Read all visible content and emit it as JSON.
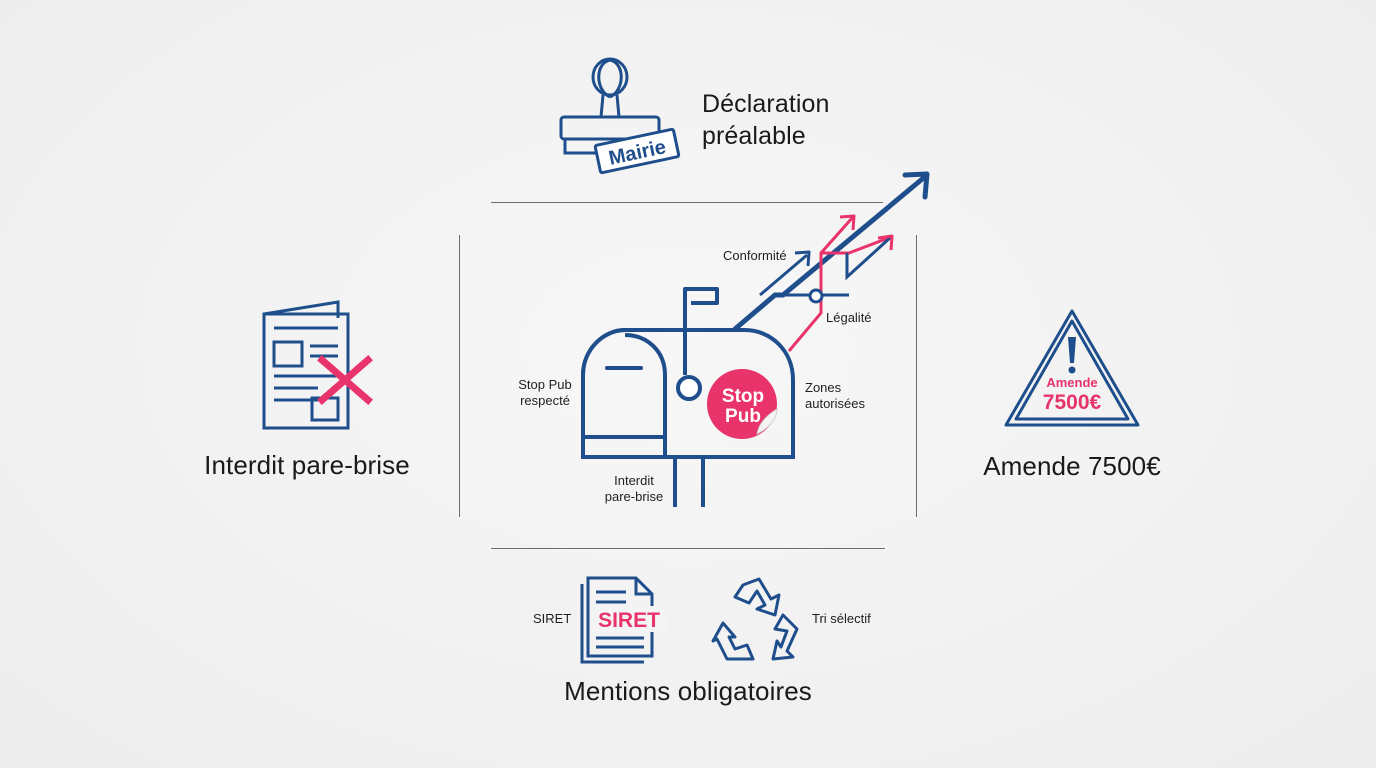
{
  "colors": {
    "navy": "#1f4e8c",
    "pink": "#e8336b",
    "divider": "#6d6d6d",
    "text": "#1a1a1a"
  },
  "top": {
    "title_line1": "Déclaration",
    "title_line2": "préalable",
    "icon": "rubber-stamp-icon",
    "stamp_text": "Mairie"
  },
  "left": {
    "label": "Interdit pare-brise",
    "icon": "document-cross-icon"
  },
  "right": {
    "label": "Amende 7500€",
    "icon": "warning-triangle-icon",
    "badge_line1": "Amende",
    "badge_line2": "7500€"
  },
  "bottom": {
    "label": "Mentions obligatoires",
    "siret_caption": "SIRET",
    "siret_doc_text": "SIRET",
    "siret_icon": "document-siret-icon",
    "recycle_caption": "Tri sélectif",
    "recycle_icon": "recycle-icon"
  },
  "center": {
    "icon": "mailbox-icon",
    "sticker_line1": "Stop",
    "sticker_line2": "Pub",
    "label_conformite": "Conformité",
    "label_legalite": "Légalité",
    "label_stoppub_line1": "Stop Pub",
    "label_stoppub_line2": "respecté",
    "label_zones_line1": "Zones",
    "label_zones_line2": "autorisées",
    "label_interdit_line1": "Interdit",
    "label_interdit_line2": "pare-brise"
  }
}
